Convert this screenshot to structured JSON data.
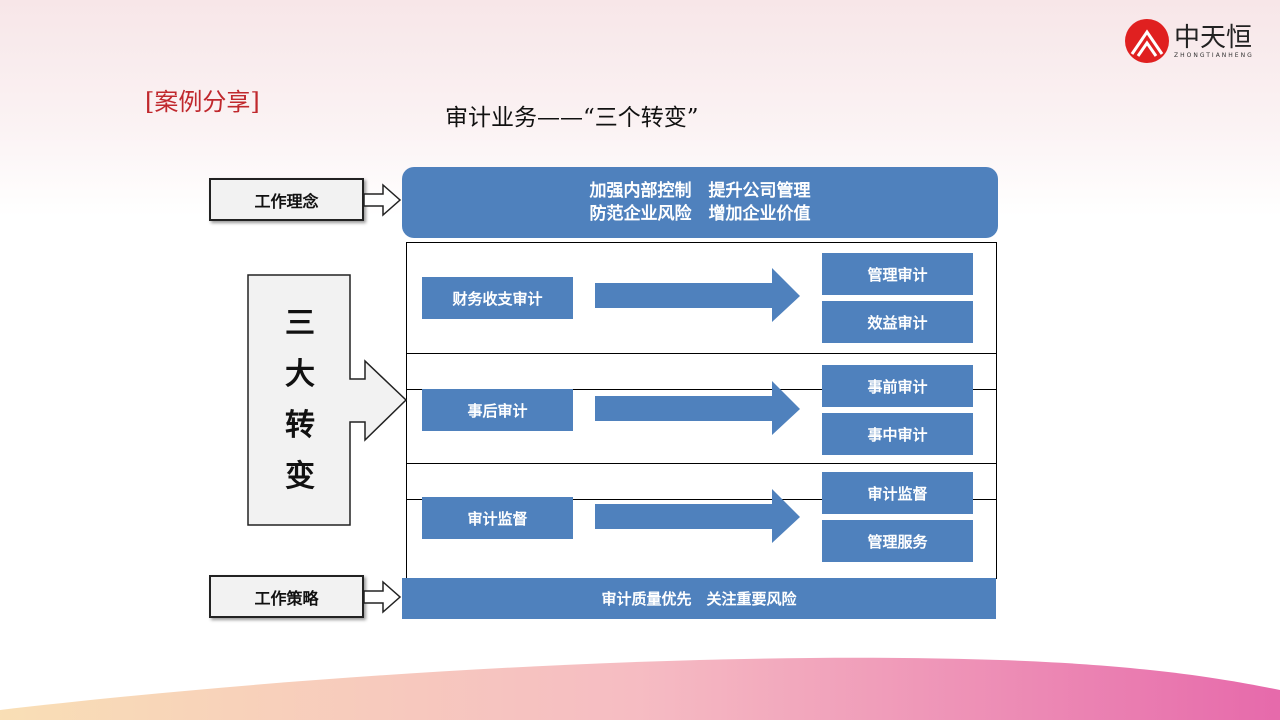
{
  "logo": {
    "name": "中天恒",
    "subtitle": "ZHONGTIANHENG"
  },
  "tag": "[案例分享]",
  "title": "审计业务——“三个转变”",
  "philosophy": {
    "label": "工作理念",
    "line1": "加强内部控制　提升公司管理",
    "line2": "防范企业风险　增加企业价值"
  },
  "big_label": [
    "三",
    "大",
    "转",
    "变"
  ],
  "rows": [
    {
      "from": "财务收支审计",
      "to": [
        "管理审计",
        "效益审计"
      ]
    },
    {
      "from": "事后审计",
      "to": [
        "事前审计",
        "事中审计"
      ]
    },
    {
      "from": "审计监督",
      "to": [
        "审计监督",
        "管理服务"
      ]
    }
  ],
  "strategy": {
    "label": "工作策略",
    "text": "审计质量优先　关注重要风险"
  },
  "colors": {
    "blue": "#4f81bd",
    "tag_red": "#c0282d"
  }
}
